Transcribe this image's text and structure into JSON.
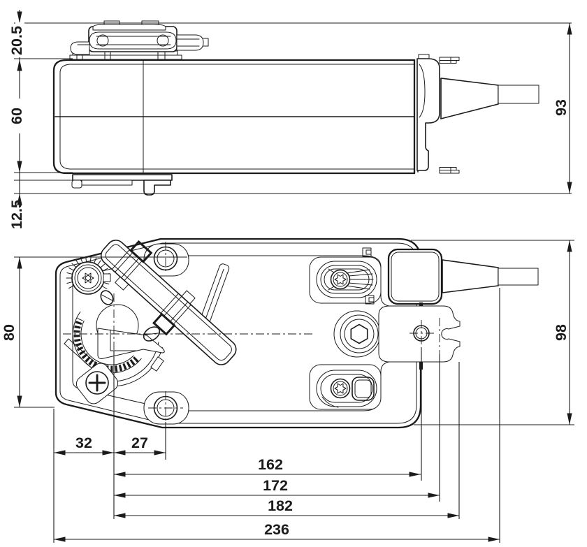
{
  "drawing": {
    "type": "technical-dimension-drawing",
    "line_color": "#1b1b1b",
    "background": "#ffffff",
    "dims": {
      "clamp_stack_height": "20.5",
      "body_height": "60",
      "overall_height": "93",
      "bracket_clearance": "12.5",
      "mount_hole_span": "80",
      "overall_depth": "98",
      "edge_to_shaft": "32",
      "shaft_to_mount_hole": "27",
      "shaft_to_cable_hole": "162",
      "shaft_to_slot": "172",
      "shaft_to_plate_edge": "182",
      "overall_length": "236"
    }
  }
}
